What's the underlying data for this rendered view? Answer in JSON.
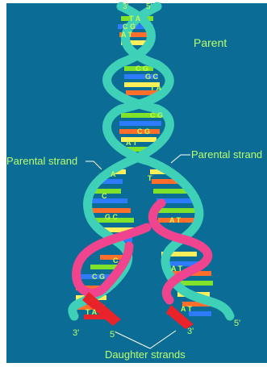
{
  "labels": {
    "parent": "Parent",
    "parental_strand_left": "Parental strand",
    "parental_strand_right": "Parental strand",
    "daughter_strands": "Daughter strands",
    "end_3_top": "3'",
    "end_5_top": "5'",
    "end_3_left": "3'",
    "end_5_left": "5'",
    "end_3_right": "3'",
    "end_5_right": "5'"
  },
  "base_letters": {
    "r1": "T A",
    "r2": "C G",
    "r3": "A T",
    "r4": "C G",
    "r5": "G C",
    "r6": "T A",
    "r7": "C G",
    "r8": "C G",
    "r9": "A T",
    "r10": "A",
    "r11": "T",
    "r12": "C",
    "r13": "G C",
    "r14": "A T",
    "r15": "C",
    "r16": "C G",
    "r17": "A T",
    "r18": "T A",
    "r19": "A T"
  },
  "colors": {
    "background": "#0b6d96",
    "backbone": "#3fd0b8",
    "daughter_backbone": "#f0448e",
    "label": "#b9ff6a",
    "base_green": "#7fe32b",
    "base_orange": "#ff6f2b",
    "base_blue": "#2f7bff",
    "base_yellow": "#ffef5a",
    "base_red": "#e8232a"
  }
}
